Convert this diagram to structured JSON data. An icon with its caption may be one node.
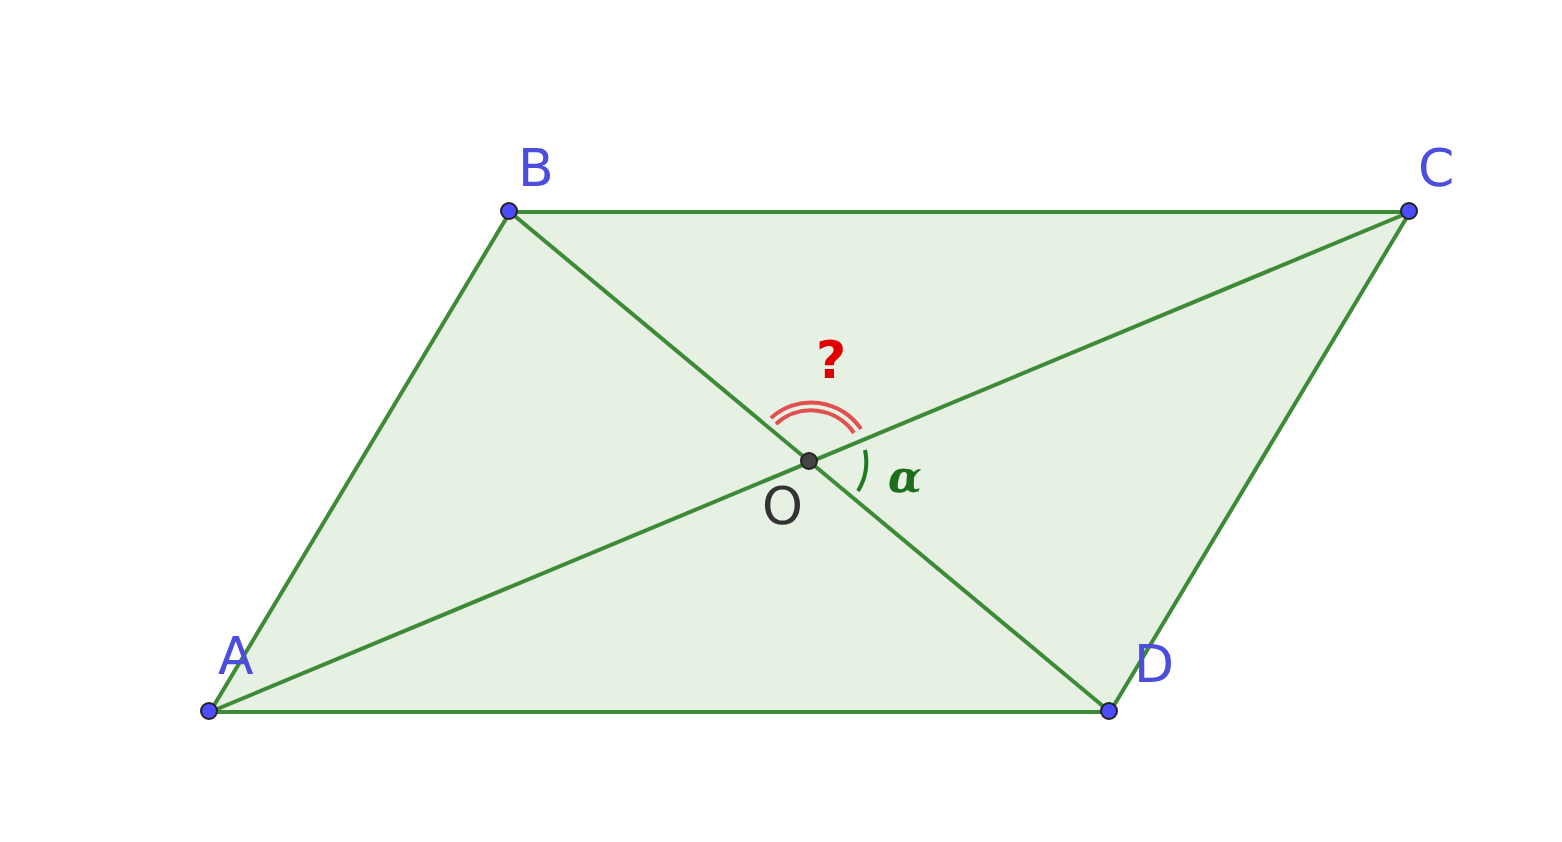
{
  "diagram": {
    "nodes": [
      {
        "text": [
          "B"
        ]
      },
      {
        "text": [
          "C"
        ]
      },
      {
        "text": [
          "O"
        ]
      },
      {
        "text": [
          "A"
        ]
      },
      {
        "text": [
          "D"
        ]
      }
    ],
    "edges": [
      {
        "from": 3,
        "to": 0,
        "arrow": "none"
      },
      {
        "from": 0,
        "to": 1,
        "arrow": "none"
      },
      {
        "from": 1,
        "to": 4,
        "arrow": "none"
      },
      {
        "from": 4,
        "to": 3,
        "arrow": "none"
      },
      {
        "from": 3,
        "to": 1,
        "arrow": "none"
      },
      {
        "from": 0,
        "to": 4,
        "arrow": "none"
      }
    ],
    "labels": [
      "?",
      "α"
    ]
  }
}
